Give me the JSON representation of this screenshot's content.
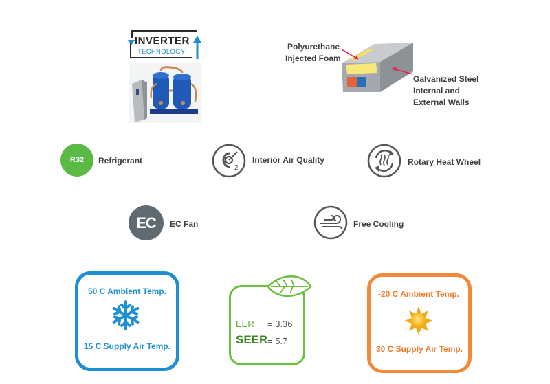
{
  "inverter": {
    "line1": "INVERTER",
    "line2": "TECHNOLOGY"
  },
  "foam": {
    "label_line1": "Polyurethane",
    "label_line2": "Injected Foam",
    "walls_line1": "Galvanized Steel",
    "walls_line2": "Internal and",
    "walls_line3": "External Walls"
  },
  "features": {
    "refrigerant_badge": "R32",
    "refrigerant": "Refrigerant",
    "air_quality": "Interior Air Quality",
    "heat_wheel": "Rotary Heat Wheel",
    "ec_badge": "EC",
    "ec_fan": "EC Fan",
    "free_cooling": "Free Cooling"
  },
  "cooling_box": {
    "ambient": "50 C Ambient Temp.",
    "supply": "15 C Supply Air Temp.",
    "icon": "snowflake-icon",
    "color": "#1e8fd0"
  },
  "efficiency_box": {
    "eer_label": "EER",
    "eer_value": "= 3.36",
    "seer_label": "SEER",
    "seer_value": "= 5.7",
    "icon": "leaf-icon",
    "color": "#6cbf3f"
  },
  "heating_box": {
    "ambient": "-20 C Ambient Temp.",
    "supply": "30 C Supply Air Temp.",
    "icon": "sun-icon",
    "color": "#f08a3a"
  }
}
